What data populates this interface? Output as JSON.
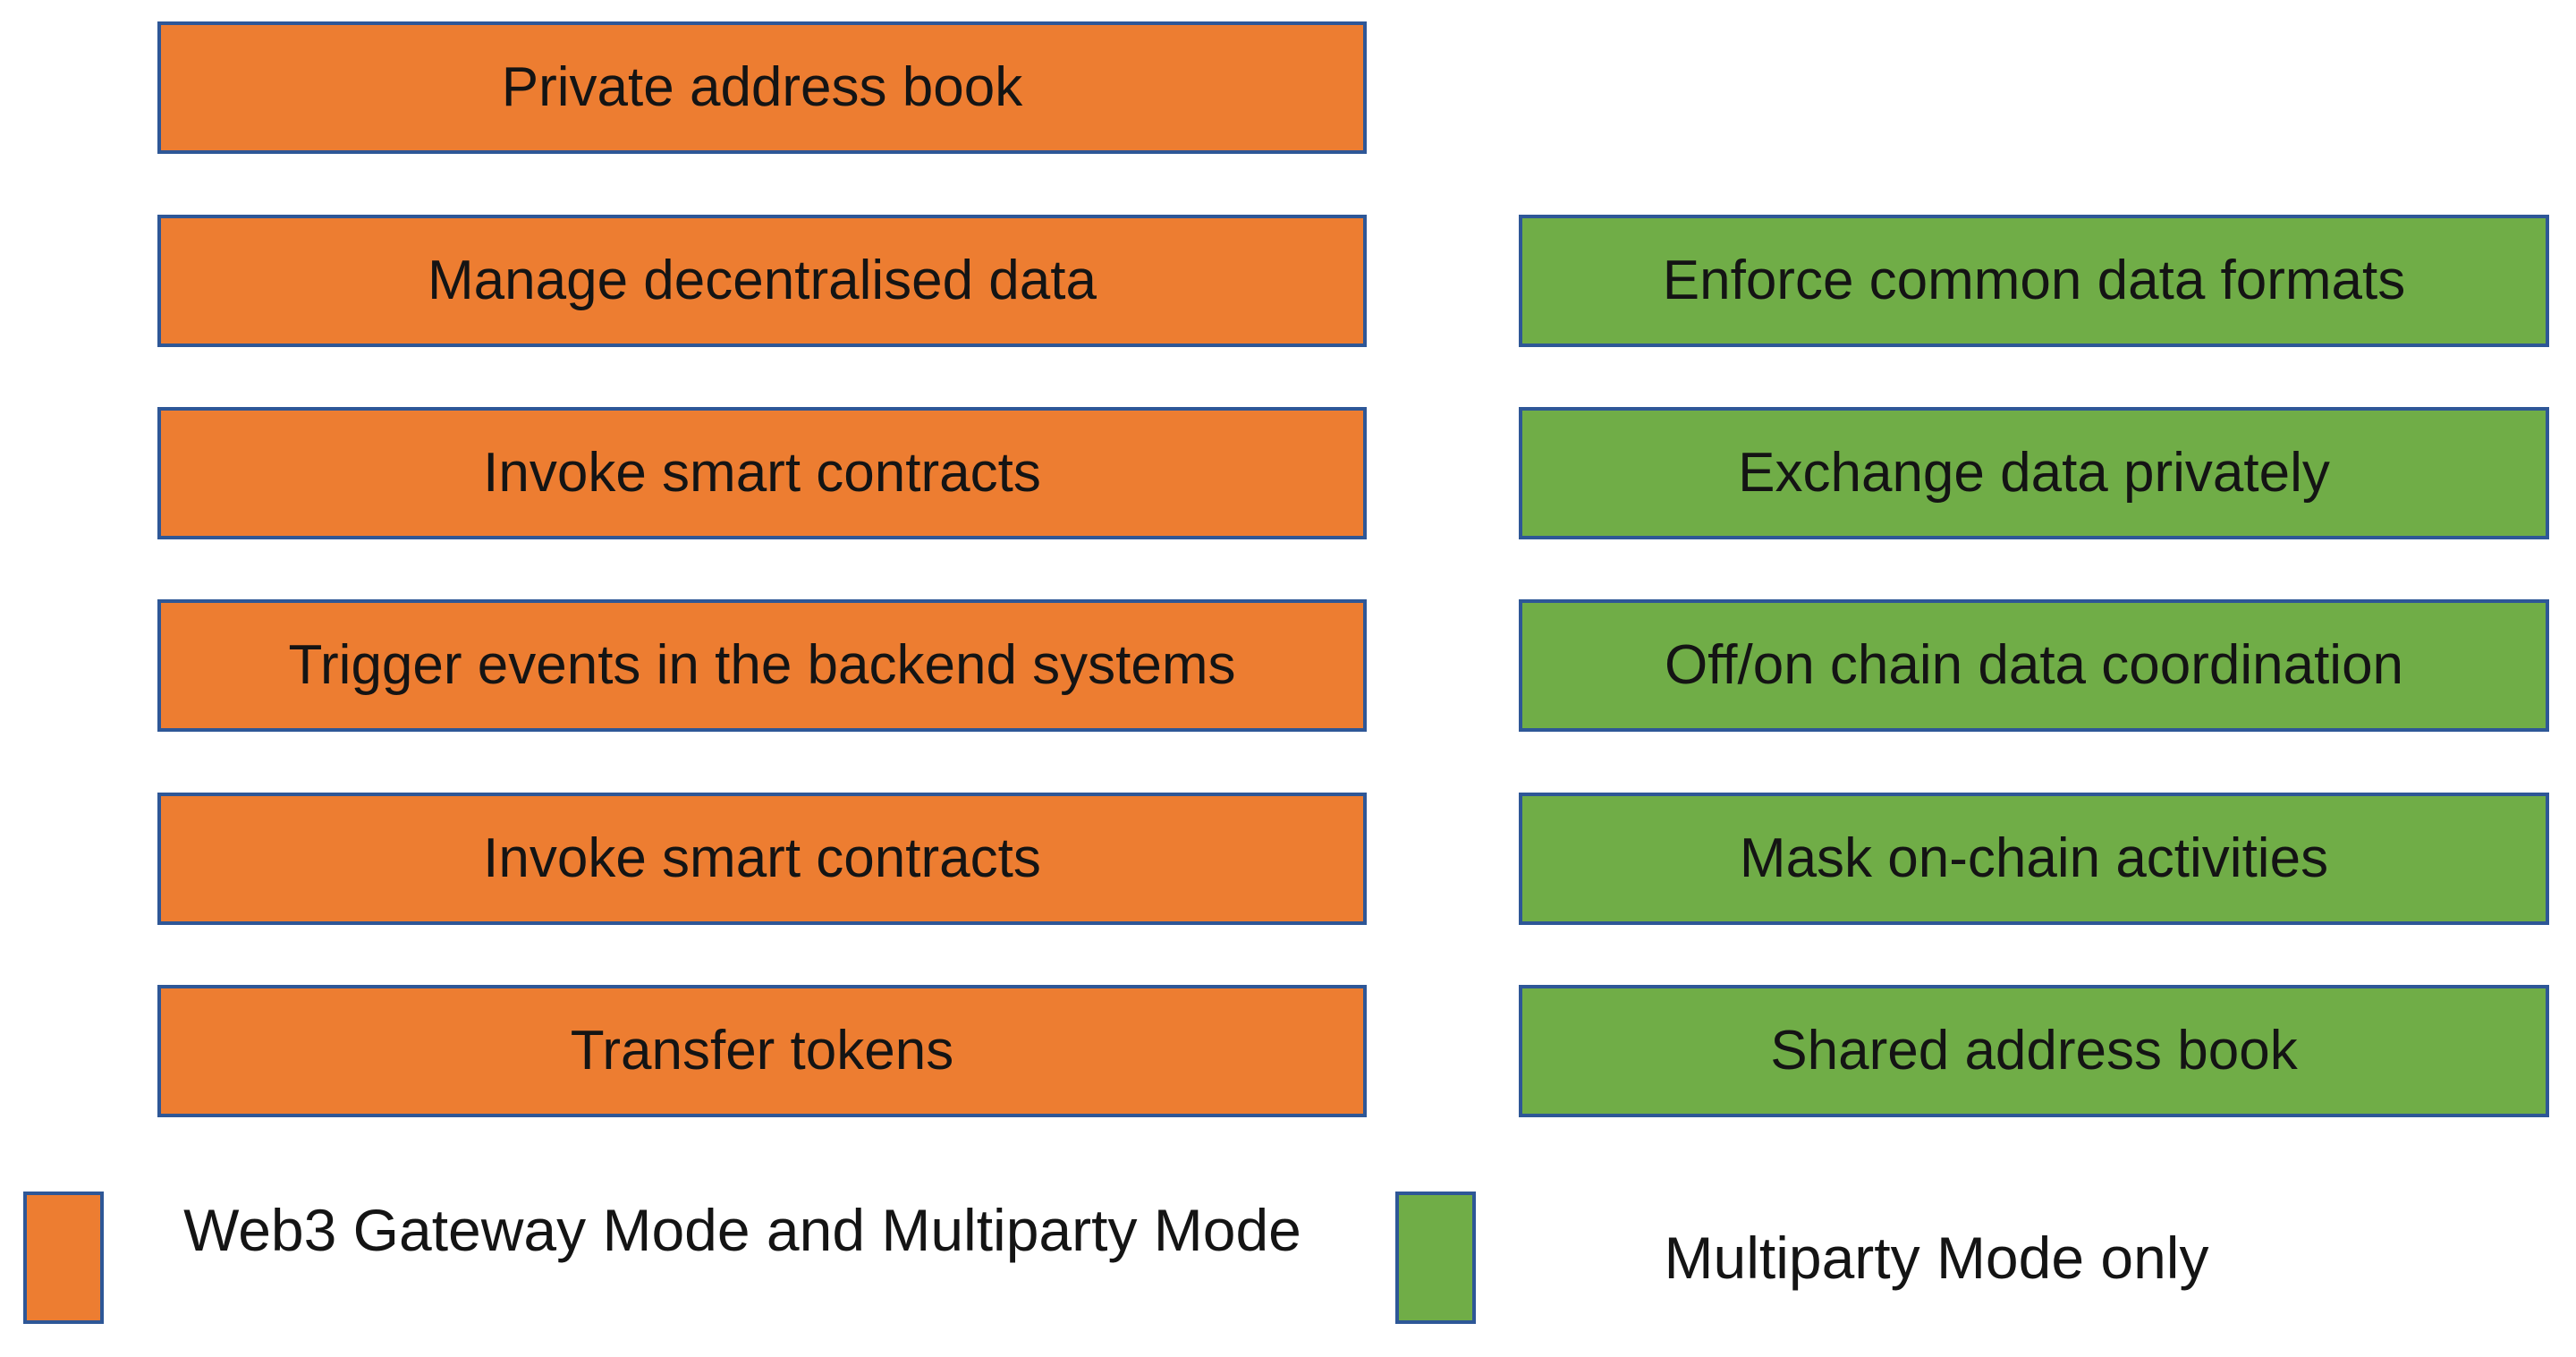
{
  "colors": {
    "orange": "#ED7D31",
    "green": "#70AD47",
    "border": "#2E5797",
    "text": "#141414"
  },
  "left_boxes": [
    "Private address book",
    "Manage decentralised data",
    "Invoke smart contracts",
    "Trigger events in the backend systems",
    "Invoke smart contracts",
    "Transfer tokens"
  ],
  "right_boxes": [
    "Enforce common data formats",
    "Exchange data privately",
    "Off/on chain data coordination",
    "Mask on-chain activities",
    "Shared address book"
  ],
  "legend": {
    "orange_label": "Web3 Gateway Mode and Multiparty Mode",
    "green_label": "Multiparty Mode only"
  }
}
